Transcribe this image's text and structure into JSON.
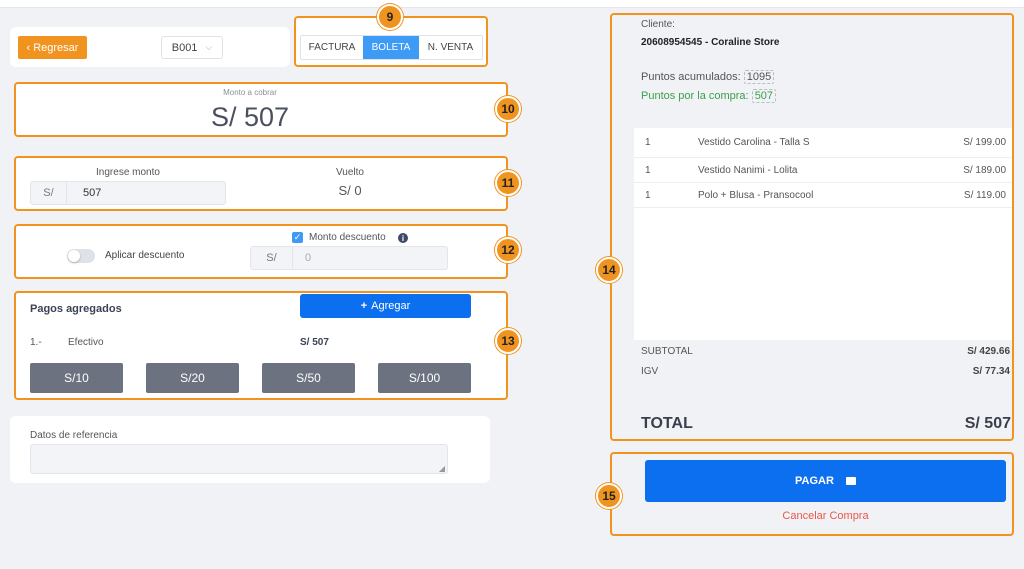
{
  "header": {
    "back_label": "Regresar",
    "series_value": "B001"
  },
  "doc_types": [
    "FACTURA",
    "BOLETA",
    "N. VENTA"
  ],
  "active_doc_type": "BOLETA",
  "badges": {
    "b9": "9",
    "b10": "10",
    "b11": "11",
    "b12": "12",
    "b13": "13",
    "b14": "14",
    "b15": "15"
  },
  "monto_cobrar": {
    "label": "Monto a cobrar",
    "value": "S/ 507"
  },
  "ingreso": {
    "label": "Ingrese monto",
    "prefix": "S/",
    "value": "507",
    "vuelto_label": "Vuelto",
    "vuelto_value": "S/ 0"
  },
  "descuento": {
    "toggle_label": "Aplicar descuento",
    "check_label": "Monto descuento",
    "prefix": "S/",
    "placeholder": "0"
  },
  "pagos": {
    "title": "Pagos agregados",
    "add_label": "Agregar",
    "items": [
      {
        "index": "1.-",
        "method": "Efectivo",
        "amount": "S/ 507"
      }
    ],
    "quick_amounts": [
      "S/10",
      "S/20",
      "S/50",
      "S/100"
    ]
  },
  "referencia": {
    "label": "Datos de referencia"
  },
  "cliente": {
    "label": "Cliente:",
    "name": "20608954545 - Coraline Store",
    "puntos_acum_label": "Puntos acumulados:",
    "puntos_acum_value": "1095",
    "puntos_compra_label": "Puntos por la compra:",
    "puntos_compra_value": "507"
  },
  "products": [
    {
      "qty": "1",
      "name": "Vestido Carolina - Talla S",
      "price": "S/ 199.00"
    },
    {
      "qty": "1",
      "name": "Vestido Nanimi - Lolita",
      "price": "S/ 189.00"
    },
    {
      "qty": "1",
      "name": "Polo + Blusa - Pransocool",
      "price": "S/ 119.00"
    }
  ],
  "totals": {
    "subtotal_label": "SUBTOTAL",
    "subtotal_value": "S/ 429.66",
    "igv_label": "IGV",
    "igv_value": "S/ 77.34",
    "total_label": "TOTAL",
    "total_value": "S/ 507"
  },
  "actions": {
    "pay_label": "PAGAR",
    "cancel_label": "Cancelar Compra"
  },
  "colors": {
    "accent": "#f0941f",
    "primary": "#0b6ff0",
    "selected": "#3d9bf5",
    "green": "#3aa04a",
    "cancel": "#e8584a"
  }
}
